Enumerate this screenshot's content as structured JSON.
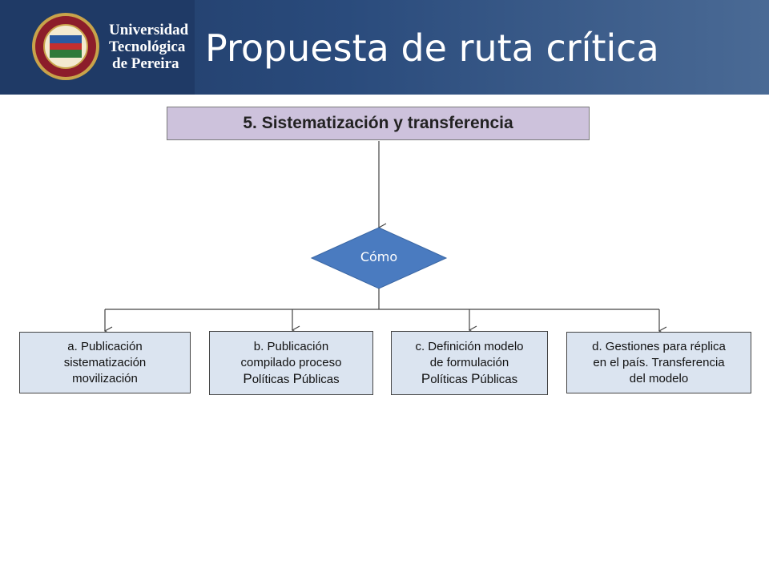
{
  "header": {
    "university_lines": [
      "Universidad",
      "Tecnológica",
      "de Pereira"
    ],
    "title": "Propuesta de ruta crítica"
  },
  "diagram": {
    "top_node": "5. Sistematización y transferencia",
    "decision_node": "Cómo",
    "children": [
      {
        "lines": [
          "a. Publicación",
          "sistematización",
          "movilización"
        ]
      },
      {
        "lines": [
          "b. Publicación",
          "compilado proceso"
        ],
        "last_line": {
          "p1": "P",
          "r1": "olíticas ",
          "p2": "P",
          "r2": "úblicas"
        }
      },
      {
        "lines": [
          "c. Definición modelo",
          "de formulación"
        ],
        "last_line": {
          "p1": "P",
          "r1": "olíticas ",
          "p2": "P",
          "r2": "úblicas"
        }
      },
      {
        "lines": [
          "d. Gestiones para réplica",
          "en el país. Transferencia",
          "del modelo"
        ]
      }
    ]
  },
  "colors": {
    "banner": "#1f3a66",
    "top_node_fill": "#cdc2dc",
    "decision_fill": "#4a7bc0",
    "child_fill": "#dbe4f0"
  }
}
